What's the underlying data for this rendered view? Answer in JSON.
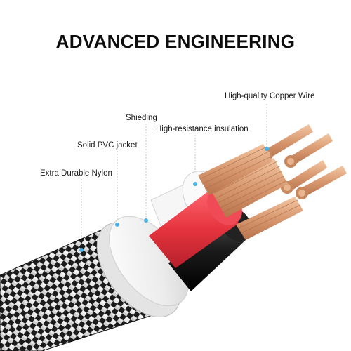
{
  "headline": "ADVANCED ENGINEERING",
  "labels": {
    "copper": "High-quality Copper Wire",
    "shielding": "Shieding",
    "insulation": "High-resistance insulation",
    "pvc": "Solid PVC jacket",
    "nylon": "Extra Durable Nylon"
  },
  "colors": {
    "accent_dots": "#49b2e6",
    "copper": "#d89870",
    "red_insulation": "#e5343f",
    "black_insulation": "#1a1a1a",
    "white_jacket": "#f2f2f2",
    "nylon_braid": "#2a2a2a"
  }
}
